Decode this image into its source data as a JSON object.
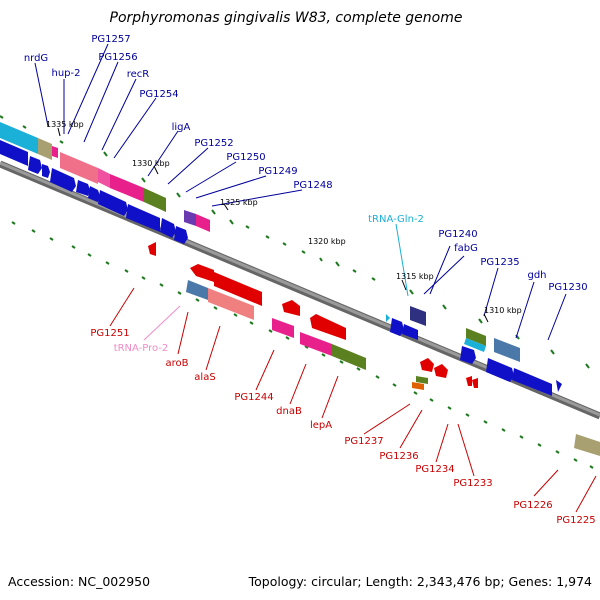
{
  "title": "Porphyromonas gingivalis W83, complete genome",
  "footer": {
    "accession": "Accession: NC_002950",
    "summary": "Topology: circular; Length: 2,343,476 bp; Genes: 1,974"
  },
  "colors": {
    "forward_label": "#00009b",
    "reverse_label": "#c80000",
    "trna_forward_label": "#1ab0d8",
    "trna_reverse_label": "#f08cc8",
    "backbone": "#888888",
    "tick": "#1e7a1e"
  },
  "kbp_ticks": [
    "1335 kbp",
    "1330 kbp",
    "1325 kbp",
    "1320 kbp",
    "1315 kbp",
    "1310 kbp"
  ],
  "forward_labels": [
    "nrdG",
    "hup-2",
    "PG1257",
    "PG1256",
    "recR",
    "PG1254",
    "ligA",
    "PG1252",
    "PG1250",
    "PG1249",
    "PG1248",
    "tRNA-Gln-2",
    "PG1240",
    "fabG",
    "PG1235",
    "gdh",
    "PG1230"
  ],
  "reverse_labels": [
    "PG1251",
    "tRNA-Pro-2",
    "aroB",
    "alaS",
    "PG1244",
    "dnaB",
    "lepA",
    "PG1237",
    "PG1236",
    "PG1234",
    "PG1233",
    "PG1226",
    "PG1225"
  ]
}
